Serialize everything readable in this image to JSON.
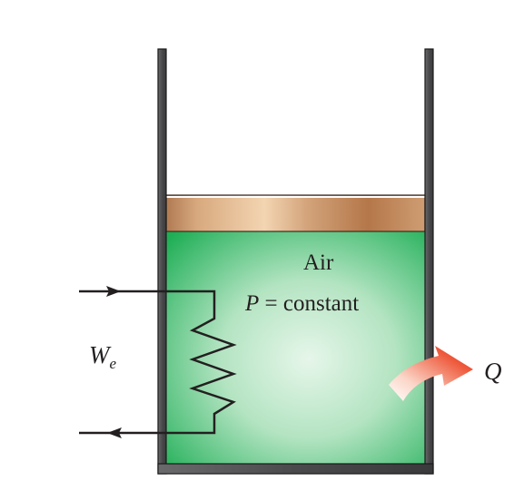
{
  "diagram": {
    "gas_label": "Air",
    "pressure_label": {
      "symbol": "P",
      "rest": " = constant"
    },
    "work_label": {
      "symbol": "W",
      "subscript": "e"
    },
    "heat_label": "Q"
  },
  "colors": {
    "cylinder_wall": "#4d4d4f",
    "cylinder_outline": "#1a1a1a",
    "gas_fill": "#22b35a",
    "gas_glow": "#d9f2e1",
    "piston_light": "#f0d0a8",
    "piston_dark": "#b57a4c",
    "heat_arrow_start": "#ffffff",
    "heat_arrow_end": "#e8322a",
    "wire": "#231f20"
  }
}
